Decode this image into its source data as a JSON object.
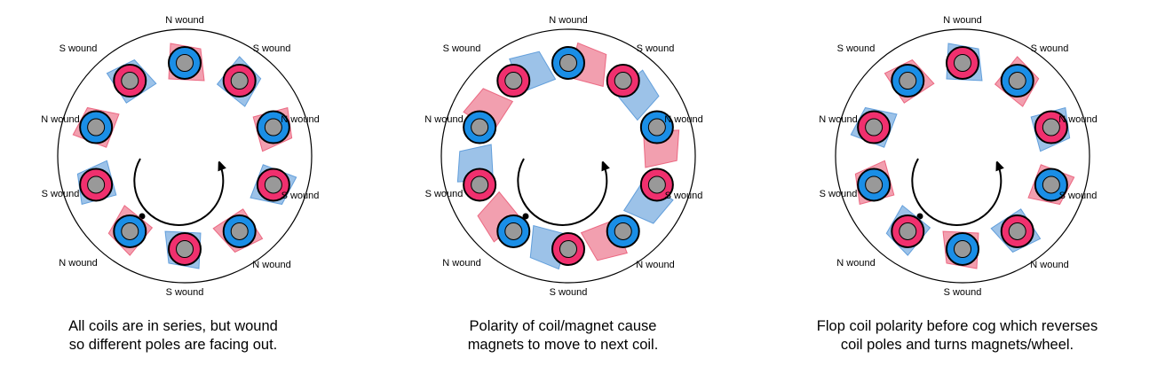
{
  "colors": {
    "north_coil": "#1a8ee6",
    "south_coil": "#f0306e",
    "core": "#999999",
    "north_magnet": "#4a90d6",
    "south_magnet": "#e8506e",
    "outline": "#000000"
  },
  "panels": [
    {
      "caption_lines": [
        "All coils are in series, but wound",
        "so different poles are facing out."
      ],
      "coils": [
        {
          "label": "N wound",
          "pole": "N",
          "magnet": "S"
        },
        {
          "label": "S wound",
          "pole": "S",
          "magnet": "N"
        },
        {
          "label": "N wound",
          "pole": "N",
          "magnet": "S"
        },
        {
          "label": "S wound",
          "pole": "S",
          "magnet": "N"
        },
        {
          "label": "N wound",
          "pole": "N",
          "magnet": "S"
        },
        {
          "label": "S wound",
          "pole": "S",
          "magnet": "N"
        },
        {
          "label": "N wound",
          "pole": "N",
          "magnet": "S"
        },
        {
          "label": "S wound",
          "pole": "S",
          "magnet": "N"
        },
        {
          "label": "N wound",
          "pole": "N",
          "magnet": "S"
        },
        {
          "label": "S wound",
          "pole": "S",
          "magnet": "N"
        }
      ]
    },
    {
      "caption_lines": [
        "Polarity of coil/magnet cause",
        "magnets to move to next coil."
      ],
      "coils": [
        {
          "label": "N wound",
          "pole": "N",
          "magnet": "S"
        },
        {
          "label": "S wound",
          "pole": "S",
          "magnet": "N"
        },
        {
          "label": "N wound",
          "pole": "N",
          "magnet": "S"
        },
        {
          "label": "S wound",
          "pole": "S",
          "magnet": "N"
        },
        {
          "label": "N wound",
          "pole": "N",
          "magnet": "S"
        },
        {
          "label": "S wound",
          "pole": "S",
          "magnet": "N"
        },
        {
          "label": "N wound",
          "pole": "N",
          "magnet": "S"
        },
        {
          "label": "S wound",
          "pole": "S",
          "magnet": "N"
        },
        {
          "label": "N wound",
          "pole": "N",
          "magnet": "S"
        },
        {
          "label": "S wound",
          "pole": "S",
          "magnet": "N"
        }
      ]
    },
    {
      "caption_lines": [
        "Flop coil polarity before cog which reverses",
        "coil poles and turns magnets/wheel."
      ],
      "coils": [
        {
          "label": "N wound",
          "pole": "S",
          "magnet": "N"
        },
        {
          "label": "S wound",
          "pole": "N",
          "magnet": "S"
        },
        {
          "label": "N wound",
          "pole": "S",
          "magnet": "N"
        },
        {
          "label": "S wound",
          "pole": "N",
          "magnet": "S"
        },
        {
          "label": "N wound",
          "pole": "S",
          "magnet": "N"
        },
        {
          "label": "S wound",
          "pole": "N",
          "magnet": "S"
        },
        {
          "label": "N wound",
          "pole": "S",
          "magnet": "N"
        },
        {
          "label": "S wound",
          "pole": "N",
          "magnet": "S"
        },
        {
          "label": "N wound",
          "pole": "S",
          "magnet": "N"
        },
        {
          "label": "S wound",
          "pole": "N",
          "magnet": "S"
        }
      ]
    }
  ]
}
